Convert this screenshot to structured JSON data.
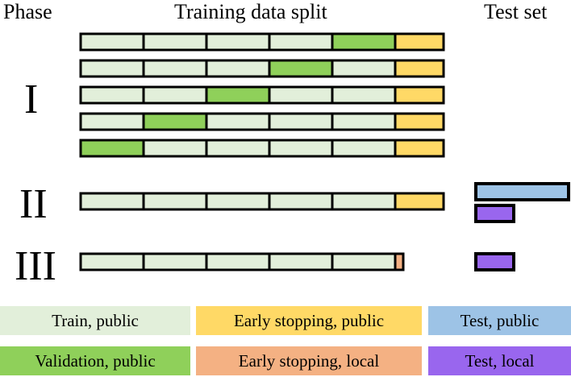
{
  "headers": {
    "phase": "Phase",
    "training": "Training data split",
    "test": "Test set"
  },
  "phases": {
    "p1": "I",
    "p2": "II",
    "p3": "III"
  },
  "colors": {
    "train_public": "#e2efda",
    "validation_public": "#8fd05a",
    "early_stopping_public": "#ffd966",
    "early_stopping_local": "#f4b183",
    "test_public": "#9dc3e6",
    "test_local": "#9966ee"
  },
  "splits": {
    "phase1": [
      [
        "train_public",
        "train_public",
        "train_public",
        "train_public",
        "validation_public",
        "early_stopping_public"
      ],
      [
        "train_public",
        "train_public",
        "train_public",
        "validation_public",
        "train_public",
        "early_stopping_public"
      ],
      [
        "train_public",
        "train_public",
        "validation_public",
        "train_public",
        "train_public",
        "early_stopping_public"
      ],
      [
        "train_public",
        "validation_public",
        "train_public",
        "train_public",
        "train_public",
        "early_stopping_public"
      ],
      [
        "validation_public",
        "train_public",
        "train_public",
        "train_public",
        "train_public",
        "early_stopping_public"
      ]
    ],
    "phase2": [
      "train_public",
      "train_public",
      "train_public",
      "train_public",
      "train_public",
      "early_stopping_public"
    ],
    "phase3": [
      "train_public",
      "train_public",
      "train_public",
      "train_public",
      "train_public",
      "early_stopping_local"
    ]
  },
  "test_sets": {
    "phase2": [
      "test_public",
      "test_local"
    ],
    "phase3": [
      "test_local"
    ]
  },
  "legend": {
    "train_public": "Train, public",
    "early_stopping_public": "Early stopping, public",
    "test_public": "Test, public",
    "validation_public": "Validation, public",
    "early_stopping_local": "Early stopping, local",
    "test_local": "Test, local"
  }
}
